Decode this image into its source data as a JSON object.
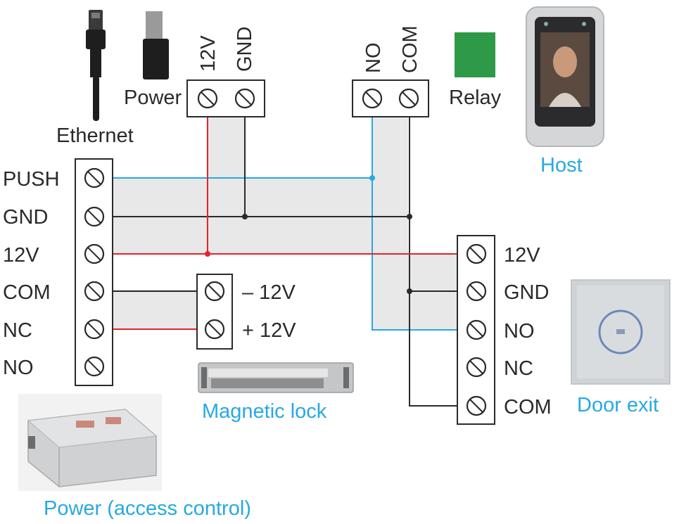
{
  "colors": {
    "power_wire": "#e3242b",
    "signal_wire": "#27a9e1",
    "ground_wire": "#2a2a2a",
    "band": "#e8e8e8",
    "caption": "#27a9e1",
    "relay_green": "#2e9a48"
  },
  "top": {
    "ethernet_label": "Ethernet",
    "power_label": "Power",
    "power_terminals": [
      "12V",
      "GND"
    ],
    "relay_terminals": [
      "NO",
      "COM"
    ],
    "relay_label": "Relay",
    "host_label": "Host"
  },
  "controller": {
    "terminals": [
      "PUSH",
      "GND",
      "12V",
      "COM",
      "NC",
      "NO"
    ],
    "caption": "Power (access control)"
  },
  "lock": {
    "terminals": [
      "– 12V",
      "+ 12V"
    ],
    "caption": "Magnetic lock"
  },
  "door_exit": {
    "terminals": [
      "12V",
      "GND",
      "NO",
      "NC",
      "COM"
    ],
    "caption": "Door exit"
  },
  "icons": [
    "ethernet-cable-icon",
    "dc-power-plug-icon",
    "relay-icon",
    "face-terminal-icon",
    "power-supply-box-icon",
    "magnetic-lock-icon",
    "exit-button-icon"
  ]
}
